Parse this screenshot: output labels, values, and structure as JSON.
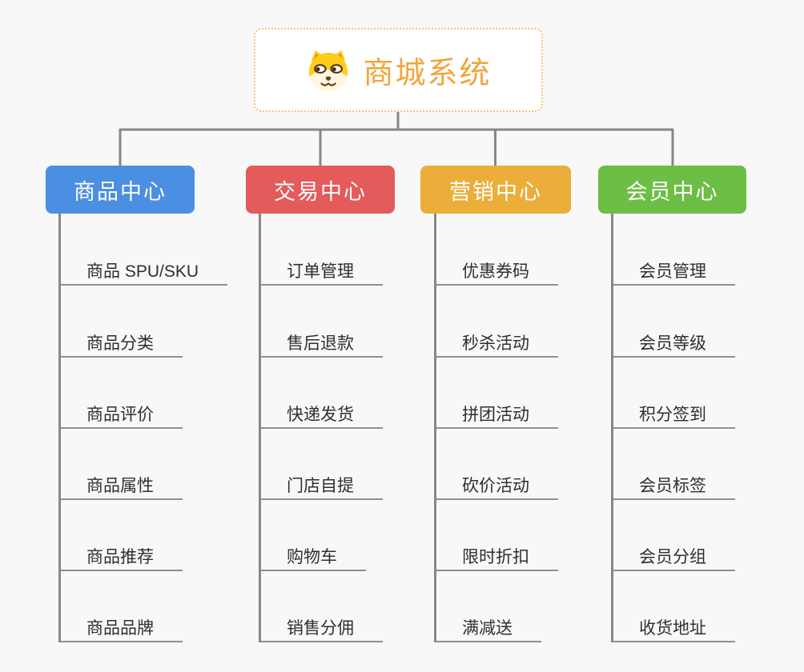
{
  "root": {
    "title": "商城系统",
    "icon": "dog-face-icon"
  },
  "colors": {
    "line": "#878787",
    "root_title": "#f0a63c",
    "root_border": "#f2c47c",
    "branch_product": "#4b8fe2",
    "branch_trade": "#e35b5b",
    "branch_marketing": "#ebae3b",
    "branch_member": "#6cbe44",
    "leaf_text": "#2f2f2f",
    "background": "#f8f8f8"
  },
  "branches": [
    {
      "label": "商品中心",
      "color": "#4b8fe2",
      "items": [
        "商品 SPU/SKU",
        "商品分类",
        "商品评价",
        "商品属性",
        "商品推荐",
        "商品品牌"
      ]
    },
    {
      "label": "交易中心",
      "color": "#e35b5b",
      "items": [
        "订单管理",
        "售后退款",
        "快递发货",
        "门店自提",
        "购物车",
        "销售分佣"
      ]
    },
    {
      "label": "营销中心",
      "color": "#ebae3b",
      "items": [
        "优惠券码",
        "秒杀活动",
        "拼团活动",
        "砍价活动",
        "限时折扣",
        "满减送"
      ]
    },
    {
      "label": "会员中心",
      "color": "#6cbe44",
      "items": [
        "会员管理",
        "会员等级",
        "积分签到",
        "会员标签",
        "会员分组",
        "收货地址"
      ]
    }
  ]
}
